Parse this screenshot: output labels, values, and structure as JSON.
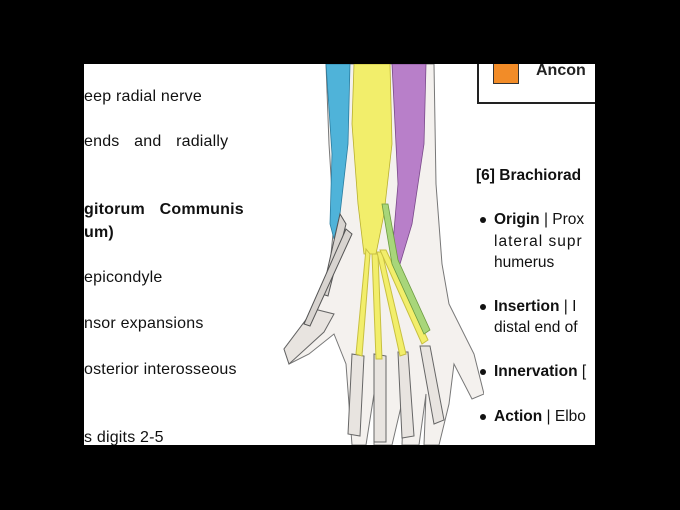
{
  "left_column": {
    "line1": "eep radial nerve",
    "line2": "ends  and  radially",
    "line3": "gitorum  Communis",
    "line4": "um)",
    "line5": "epicondyle",
    "line6": "nsor expansions",
    "line7": "osterior interosseous",
    "line8": "s digits 2-5"
  },
  "legend": {
    "label": "Ancon",
    "swatch_color": "#f28c28"
  },
  "right_column": {
    "heading": "[6] Brachiorad",
    "origin": {
      "label": "Origin",
      "sep": " | Prox",
      "line2": "lateral  supr",
      "line3": "humerus"
    },
    "insertion": {
      "label": "Insertion",
      "sep": "  |  I",
      "line2": "distal end of"
    },
    "innervation": {
      "label": "Innervation",
      "sep": " ["
    },
    "action": {
      "label": "Action",
      "sep": " | Elbo"
    }
  },
  "colors": {
    "muscle_blue": "#4fb3d9",
    "muscle_yellow": "#f2ee6b",
    "muscle_purple": "#b87fc9",
    "muscle_green": "#a8d67a"
  }
}
